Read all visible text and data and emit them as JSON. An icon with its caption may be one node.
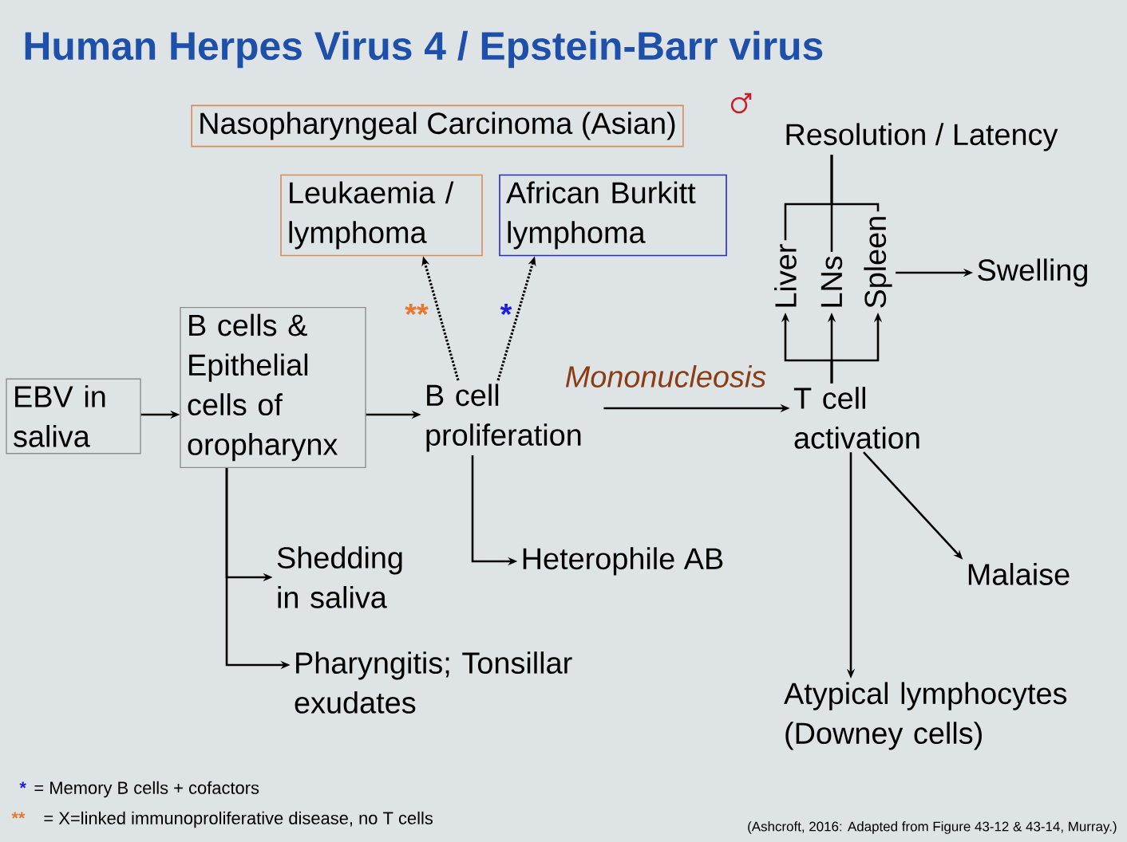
{
  "diagram": {
    "title": "Human Herpes Virus 4 / Epstein-Barr virus",
    "nodes": [
      {
        "text": [
          "EBV in saliva"
        ]
      },
      {
        "text": [
          "B cells & Epithelial cells of oropharynx"
        ]
      },
      {
        "text": [
          "B cell proliferation"
        ]
      },
      {
        "text": [
          "Nasopharyngeal Carcinoma (Asian)"
        ]
      },
      {
        "text": [
          "Leukaemia / lymphoma"
        ]
      },
      {
        "text": [
          "African Burkitt lymphoma"
        ]
      },
      {
        "text": [
          "T cell activation"
        ]
      },
      {
        "text": [
          "Resolution / Latency"
        ]
      },
      {
        "text": [
          "Liver"
        ]
      },
      {
        "text": [
          "LNs"
        ]
      },
      {
        "text": [
          "Spleen"
        ]
      },
      {
        "text": [
          "Swelling"
        ]
      },
      {
        "text": [
          "Shedding in saliva"
        ]
      },
      {
        "text": [
          "Pharyngitis; Tonsillar exudates"
        ]
      },
      {
        "text": [
          "Heterophile AB"
        ]
      },
      {
        "text": [
          "Malaise"
        ]
      },
      {
        "text": [
          "Atypical lymphocytes (Downey cells)"
        ]
      }
    ],
    "edges": [
      {
        "from": 0,
        "to": 1,
        "arrow": "to"
      },
      {
        "from": 1,
        "to": 2,
        "arrow": "to"
      },
      {
        "from": 2,
        "to": 6,
        "arrow": "to",
        "label": "Mononucleosis"
      },
      {
        "from": 2,
        "to": 4,
        "arrow": "to",
        "label": "**",
        "style": "dashed"
      },
      {
        "from": 2,
        "to": 5,
        "arrow": "to",
        "label": "*",
        "style": "dashed"
      },
      {
        "from": 6,
        "to": 8,
        "arrow": "to"
      },
      {
        "from": 6,
        "to": 9,
        "arrow": "to"
      },
      {
        "from": 6,
        "to": 10,
        "arrow": "to"
      },
      {
        "from": 8,
        "to": 7,
        "arrow": "none"
      },
      {
        "from": 9,
        "to": 7,
        "arrow": "none"
      },
      {
        "from": 10,
        "to": 7,
        "arrow": "none"
      },
      {
        "from": 10,
        "to": 11,
        "arrow": "to"
      },
      {
        "from": 1,
        "to": 12,
        "arrow": "to"
      },
      {
        "from": 1,
        "to": 13,
        "arrow": "to"
      },
      {
        "from": 2,
        "to": 14,
        "arrow": "to"
      },
      {
        "from": 6,
        "to": 15,
        "arrow": "to"
      },
      {
        "from": 6,
        "to": 16,
        "arrow": "to"
      }
    ],
    "labels": [
      "*",
      "= Memory B cells + cofactors",
      "**",
      "= X=linked immunoproliferative disease, no T cells",
      "(Ashcroft, 2016: Adapted from Figure 43-12 & 43-14, Murray.)"
    ]
  }
}
